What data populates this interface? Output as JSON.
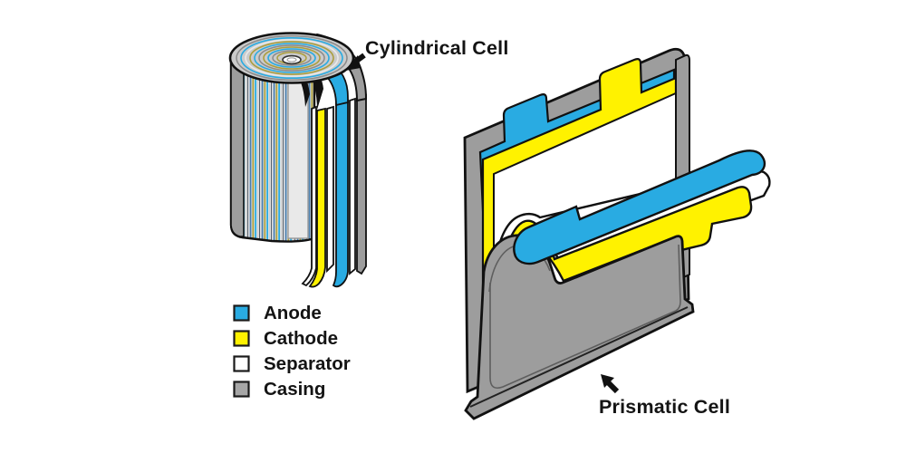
{
  "diagram": {
    "cylindrical": {
      "label": "Cylindrical Cell"
    },
    "prismatic": {
      "label": "Prismatic Cell"
    },
    "legend": {
      "items": [
        {
          "label": "Anode",
          "color": "#29ABE2"
        },
        {
          "label": "Cathode",
          "color": "#FFF200"
        },
        {
          "label": "Separator",
          "color": "#FFFFFF"
        },
        {
          "label": "Casing",
          "color": "#A6A6A6"
        }
      ]
    },
    "colors": {
      "outline": "#1a1a1a",
      "casing": "#9D9D9D",
      "anode_blue": "#29ABE2",
      "cathode_yellow": "#FFF200"
    }
  }
}
